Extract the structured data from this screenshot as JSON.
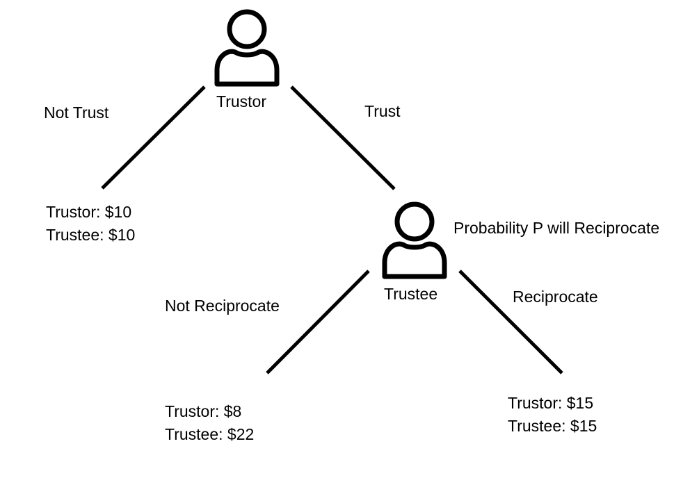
{
  "nodes": {
    "trustor": {
      "label": "Trustor",
      "icon": "person-icon"
    },
    "trustee": {
      "label": "Trustee",
      "icon": "person-icon"
    }
  },
  "edges": {
    "not_trust": "Not Trust",
    "trust": "Trust",
    "not_reciprocate": "Not Reciprocate",
    "reciprocate": "Reciprocate"
  },
  "annotation": "Probability P will Reciprocate",
  "outcomes": {
    "not_trust": {
      "trustor": "Trustor: $10",
      "trustee": "Trustee: $10"
    },
    "not_reciprocate": {
      "trustor": "Trustor: $8",
      "trustee": "Trustee: $22"
    },
    "reciprocate": {
      "trustor": "Trustor: $15",
      "trustee": "Trustee: $15"
    }
  },
  "colors": {
    "stroke": "#000000",
    "background": "#ffffff"
  }
}
